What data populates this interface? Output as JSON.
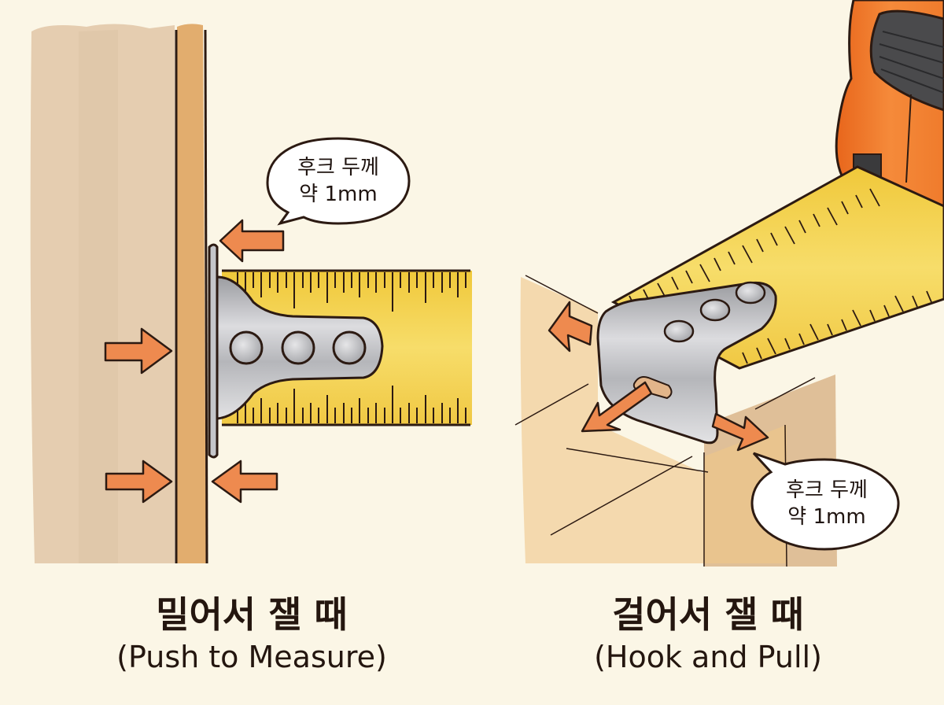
{
  "colors": {
    "background": "#fbf6e6",
    "wall": "#e6cfb2",
    "wall_edge": "#deae73",
    "tape_yellow": "#f2cf45",
    "hook_metal": "#c7c7c9",
    "arrow_orange": "#ee8a4f",
    "case_orange": "#f07a2a",
    "outline": "#2c1a12",
    "wood_block": "#f2d3a3"
  },
  "left_panel": {
    "callout": {
      "line1": "후크 두께",
      "line2": "약 1mm"
    },
    "caption": {
      "korean": "밀어서 잴 때",
      "english": "(Push to Measure)"
    },
    "arrows": [
      "arrow-left-upper",
      "arrow-right-middle",
      "arrow-right-lower",
      "arrow-left-lower"
    ]
  },
  "right_panel": {
    "callout": {
      "line1": "후크 두께",
      "line2": "약 1mm"
    },
    "caption": {
      "korean": "걸어서 잴 때",
      "english": "(Hook and Pull)"
    },
    "arrows": [
      "arrow-double-upper-left",
      "arrow-double-lower-left",
      "arrow-double-lower-right"
    ]
  }
}
